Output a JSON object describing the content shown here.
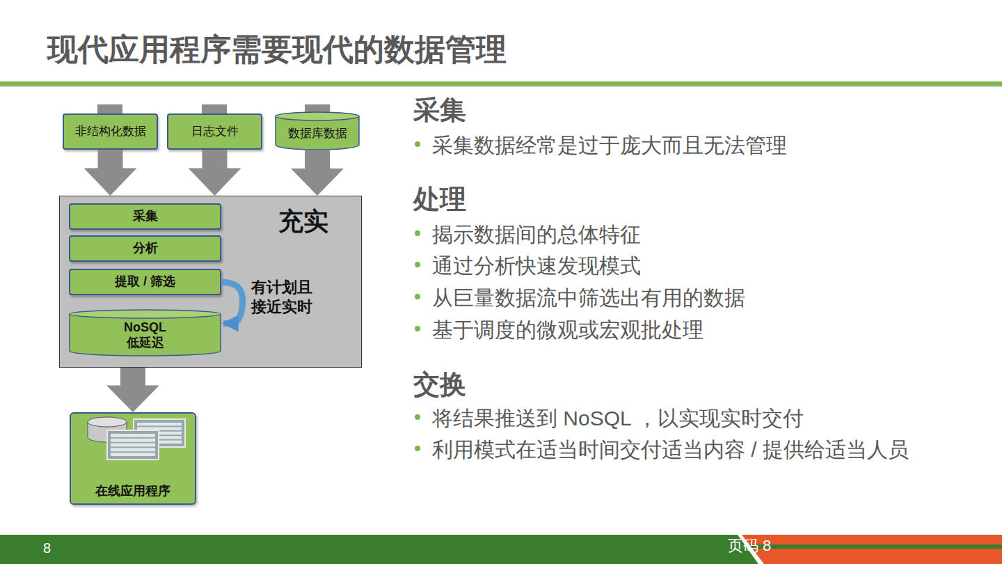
{
  "diagram": {
    "title": "现代应用程序需要现代的数据管理",
    "nodes": [
      {
        "text": [
          "非结构化数据"
        ]
      },
      {
        "text": [
          "日志文件"
        ]
      },
      {
        "text": [
          "数据库数据"
        ]
      },
      {
        "text": [
          "充实"
        ]
      },
      {
        "text": [
          "采集"
        ],
        "in": 3
      },
      {
        "text": [
          "分析"
        ],
        "in": 3
      },
      {
        "text": [
          "提取 / 筛选"
        ],
        "in": 3
      },
      {
        "text": [
          "NoSQL 低延迟"
        ],
        "in": 3
      },
      {
        "text": [
          "在线应用程序"
        ]
      }
    ],
    "edges": [
      {
        "from": 0,
        "to": 3,
        "arrow": "to"
      },
      {
        "from": 1,
        "to": 3,
        "arrow": "to"
      },
      {
        "from": 2,
        "to": 3,
        "arrow": "to"
      },
      {
        "from": 3,
        "to": 8,
        "arrow": "to"
      },
      {
        "from": 6,
        "to": 7,
        "label": "有计划且 接近实时",
        "arrow": "to"
      }
    ],
    "labels": [
      "采集",
      "采集数据经常是过于庞大而且无法管理",
      "处理",
      "揭示数据间的总体特征",
      "通过分析快速发现模式",
      "从巨量数据流中筛选出有用的数据",
      "基于调度的微观或宏观批处理",
      "交换",
      "将结果推送到 NoSQL ，以实现实时交付",
      "利用模式在适当时间交付适当内容 / 提供给适当人员",
      "8",
      "页码 8"
    ]
  }
}
